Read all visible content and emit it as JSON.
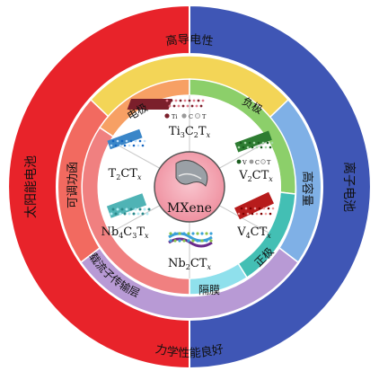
{
  "center": {
    "label": "MXene"
  },
  "outer_ring": {
    "left": "太阳能电池",
    "right": "离子电池",
    "left_color": "#e8232a",
    "right_color": "#3f56b5"
  },
  "middle_ring": {
    "top": "高导电性",
    "bottom": "力学性能良好",
    "left": "可调功函",
    "right": "高容量",
    "colors": {
      "top": "#f3d557",
      "bottom": "#b89ad5",
      "left": "#f26a60",
      "right": "#7fb0e6"
    }
  },
  "inner_ring": {
    "electrode": "电极",
    "anode": "负极",
    "cathode": "正极",
    "separator": "隔膜",
    "carrier": "载流子传输层",
    "colors": {
      "electrode": "#f7a064",
      "anode": "#8ccf6a",
      "cathode": "#43bfb4",
      "separator": "#8fe0ec",
      "carrier": "#f08080"
    }
  },
  "materials": {
    "ti3c2": "Ti3C2Tx",
    "v2c": "V2CTx",
    "v4c3": "V4C3Tx",
    "nb2c": "Nb2CTx",
    "nb4c3": "Nb4C3Tx",
    "t2c": "T2CTx"
  },
  "legends": {
    "ti3c2": [
      "Ti",
      "C",
      "T"
    ],
    "v2c": [
      "V",
      "C",
      "T"
    ]
  }
}
